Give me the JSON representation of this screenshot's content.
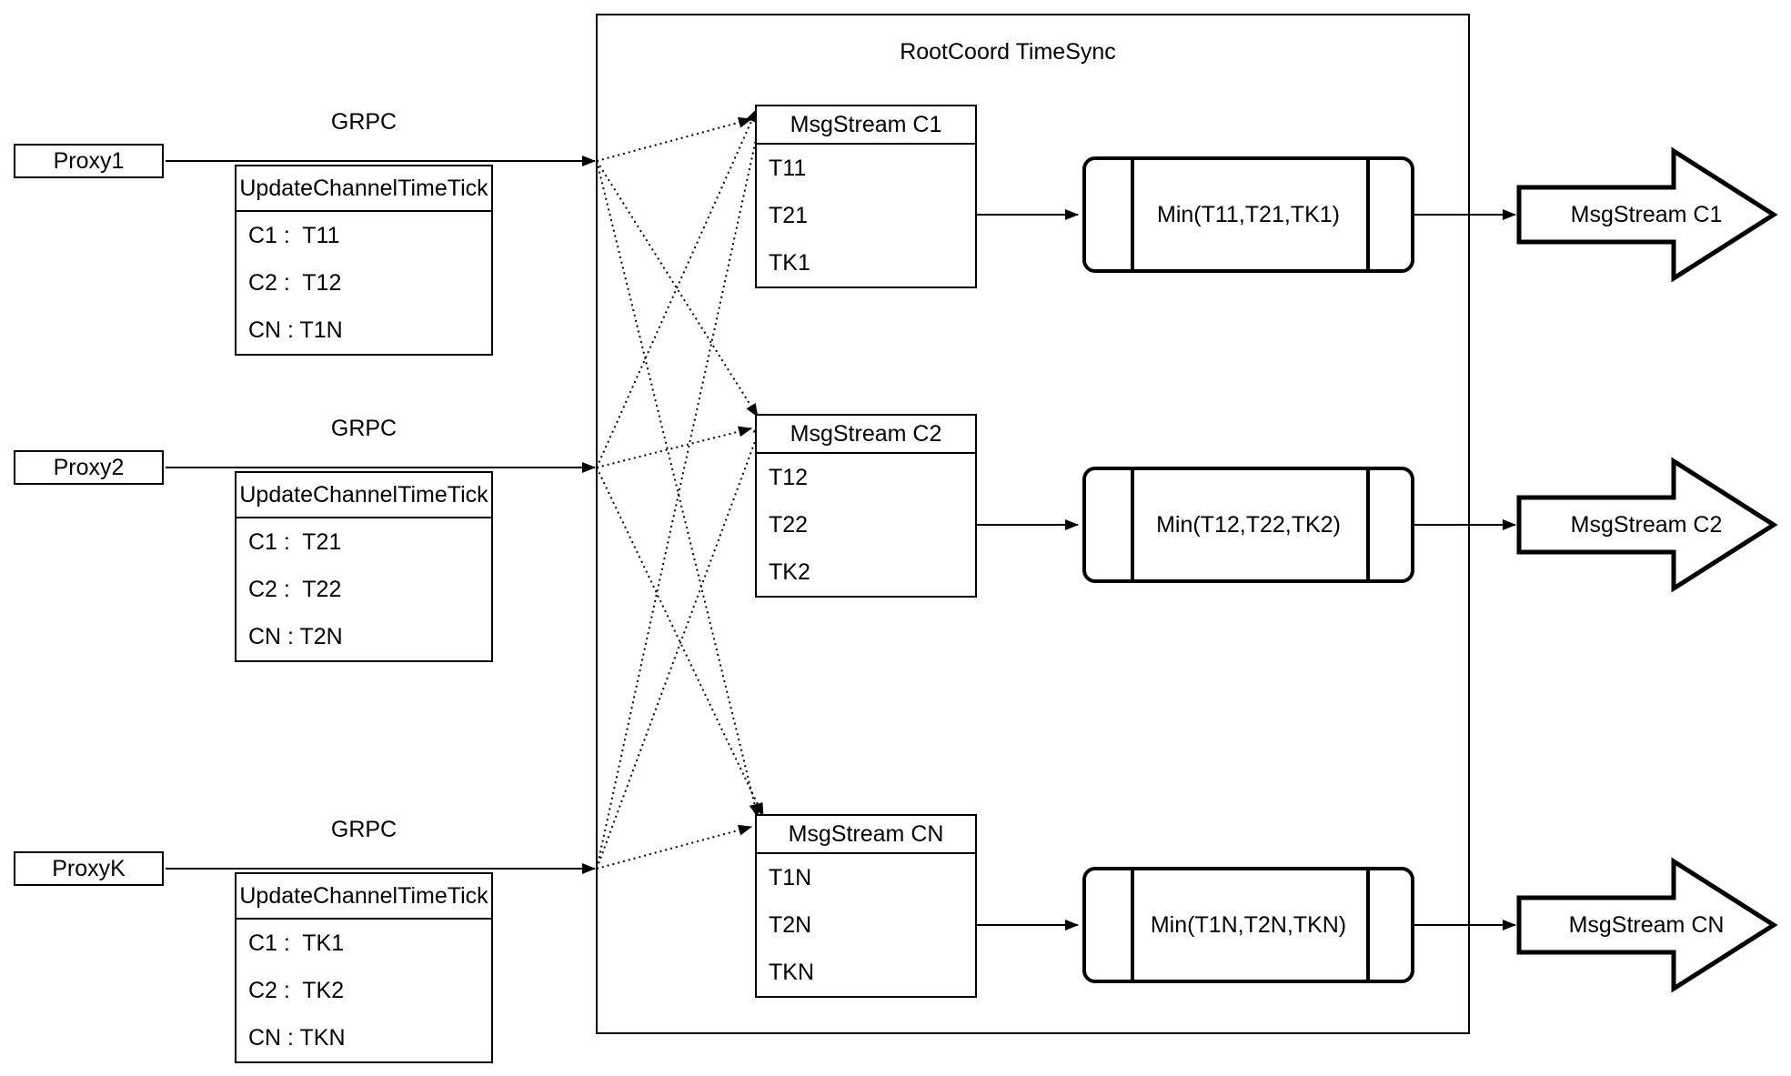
{
  "diagram": {
    "title": "RootCoord TimeSync",
    "colors": {
      "stroke": "#000000",
      "background": "#ffffff"
    },
    "proxies": [
      {
        "name": "Proxy1",
        "protocol": "GRPC",
        "message": {
          "title": "UpdateChannelTimeTick",
          "rows": [
            "C1 :  T11",
            "C2 :  T12",
            "CN : T1N"
          ]
        }
      },
      {
        "name": "Proxy2",
        "protocol": "GRPC",
        "message": {
          "title": "UpdateChannelTimeTick",
          "rows": [
            "C1 :  T21",
            "C2 :  T22",
            "CN : T2N"
          ]
        }
      },
      {
        "name": "ProxyK",
        "protocol": "GRPC",
        "message": {
          "title": "UpdateChannelTimeTick",
          "rows": [
            "C1 :  TK1",
            "C2 :  TK2",
            "CN : TKN"
          ]
        }
      }
    ],
    "streams": [
      {
        "table": {
          "title": "MsgStream C1",
          "rows": [
            "T11",
            "T21",
            "TK1"
          ]
        },
        "min": "Min(T11,T21,TK1)",
        "output": "MsgStream C1"
      },
      {
        "table": {
          "title": "MsgStream C2",
          "rows": [
            "T12",
            "T22",
            "TK2"
          ]
        },
        "min": "Min(T12,T22,TK2)",
        "output": "MsgStream C2"
      },
      {
        "table": {
          "title": "MsgStream CN",
          "rows": [
            "T1N",
            "T2N",
            "TKN"
          ]
        },
        "min": "Min(T1N,T2N,TKN)",
        "output": "MsgStream CN"
      }
    ]
  }
}
